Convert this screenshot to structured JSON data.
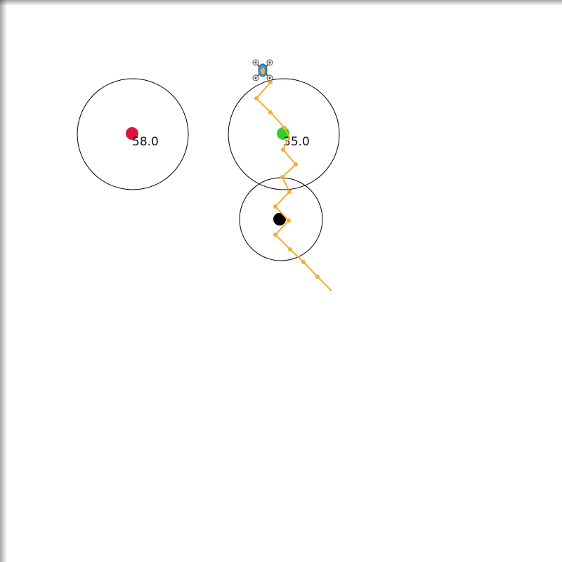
{
  "scene": {
    "background": "#ffffff",
    "zones": [
      {
        "id": "zone-red",
        "value_label": "58.0",
        "dot_color": "#dc143c"
      },
      {
        "id": "zone-green",
        "value_label": "35.0",
        "dot_color": "#32cd32"
      },
      {
        "id": "zone-black",
        "value_label": "",
        "dot_color": "#000000"
      }
    ],
    "path": {
      "color": "#f0b030"
    },
    "drone": {
      "icon": "quadcopter-drone-icon",
      "body_color": "#3c8fd0",
      "accent_color": "#f0b030"
    }
  }
}
